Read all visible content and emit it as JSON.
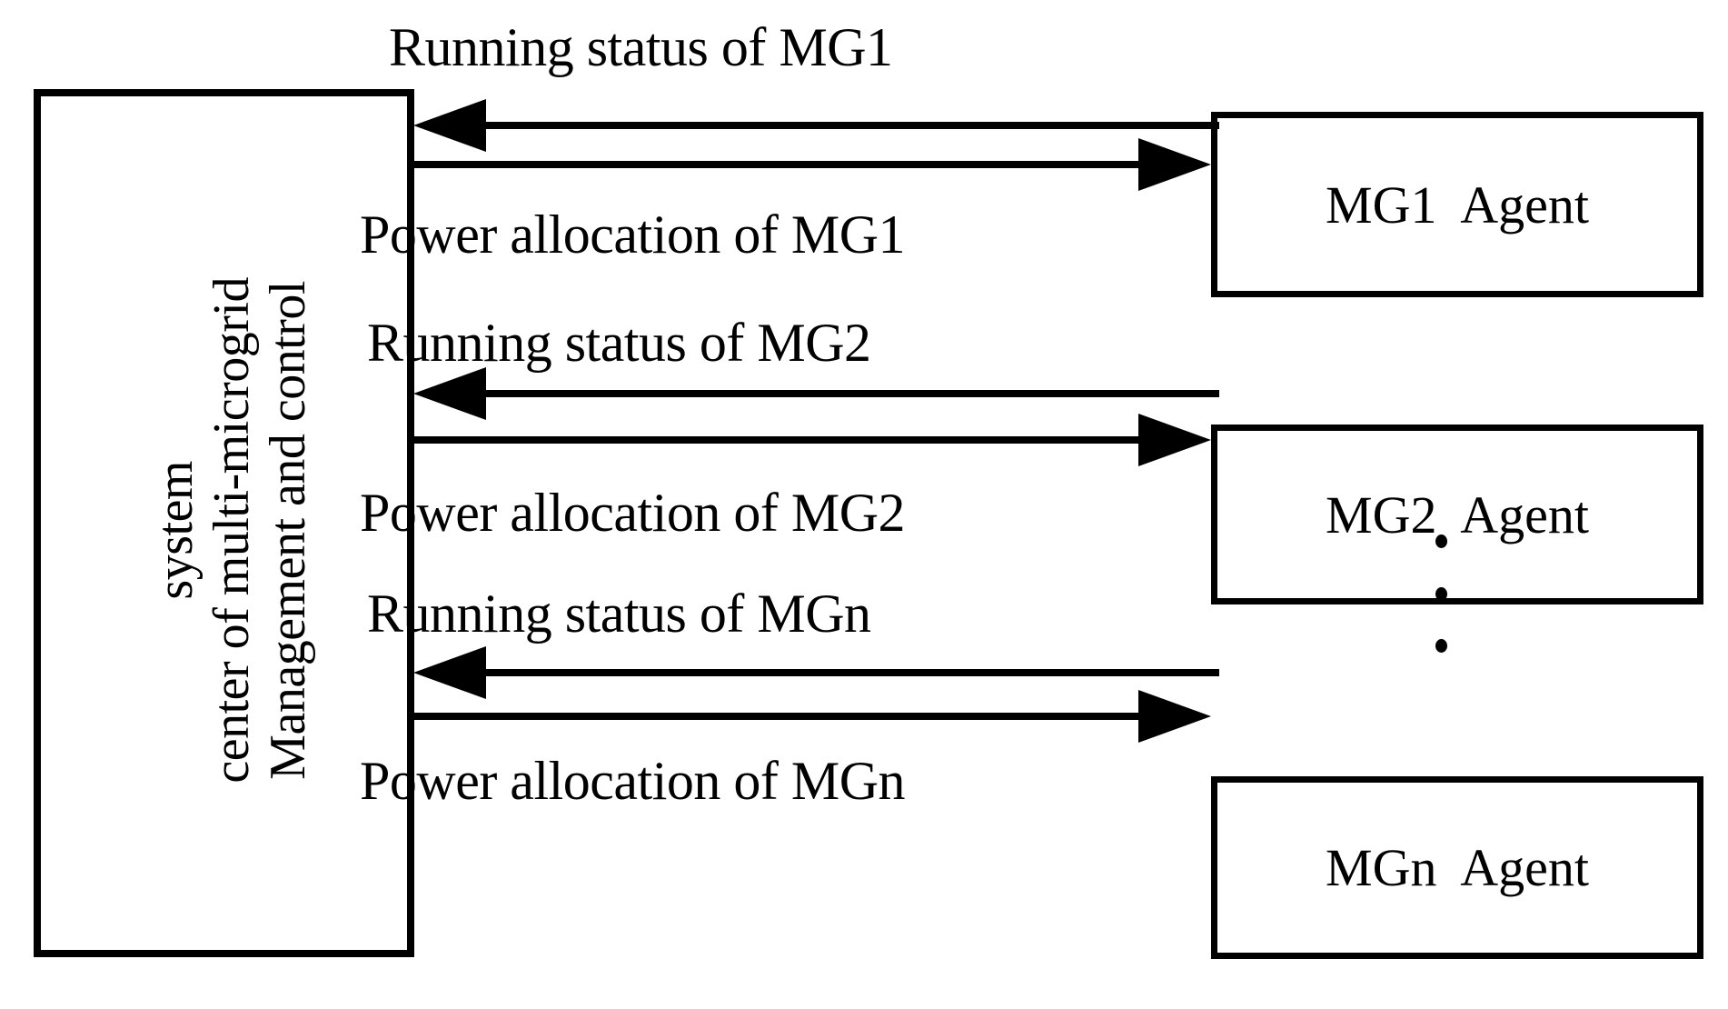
{
  "diagram": {
    "title": "Management and control architecture of a multi-microgrid system",
    "center_box": {
      "name": "management-and-control-center",
      "lines": [
        "Management and control",
        "center of multi-microgrid",
        "system"
      ]
    },
    "agents": [
      {
        "id": "mg1",
        "label": "MG1  Agent"
      },
      {
        "id": "mg2",
        "label": "MG2  Agent"
      },
      {
        "id": "mgn",
        "label": "MGn  Agent"
      }
    ],
    "flows": [
      {
        "id": "mg1",
        "upstream_label": "Running status of MG1",
        "upstream_direction": "agent-to-center",
        "downstream_label": "Power allocation of MG1",
        "downstream_direction": "center-to-agent"
      },
      {
        "id": "mg2",
        "upstream_label": "Running status of MG2",
        "upstream_direction": "agent-to-center",
        "downstream_label": "Power allocation of MG2",
        "downstream_direction": "center-to-agent"
      },
      {
        "id": "mgn",
        "upstream_label": "Running status of MGn",
        "upstream_direction": "agent-to-center",
        "downstream_label": "Power allocation of MGn",
        "downstream_direction": "center-to-agent"
      }
    ],
    "continuation": {
      "name": "vertical-ellipsis",
      "symbol": "⋮",
      "dot_count": 3
    },
    "colors": {
      "stroke": "#000000",
      "background": "#ffffff",
      "text": "#000000"
    }
  }
}
